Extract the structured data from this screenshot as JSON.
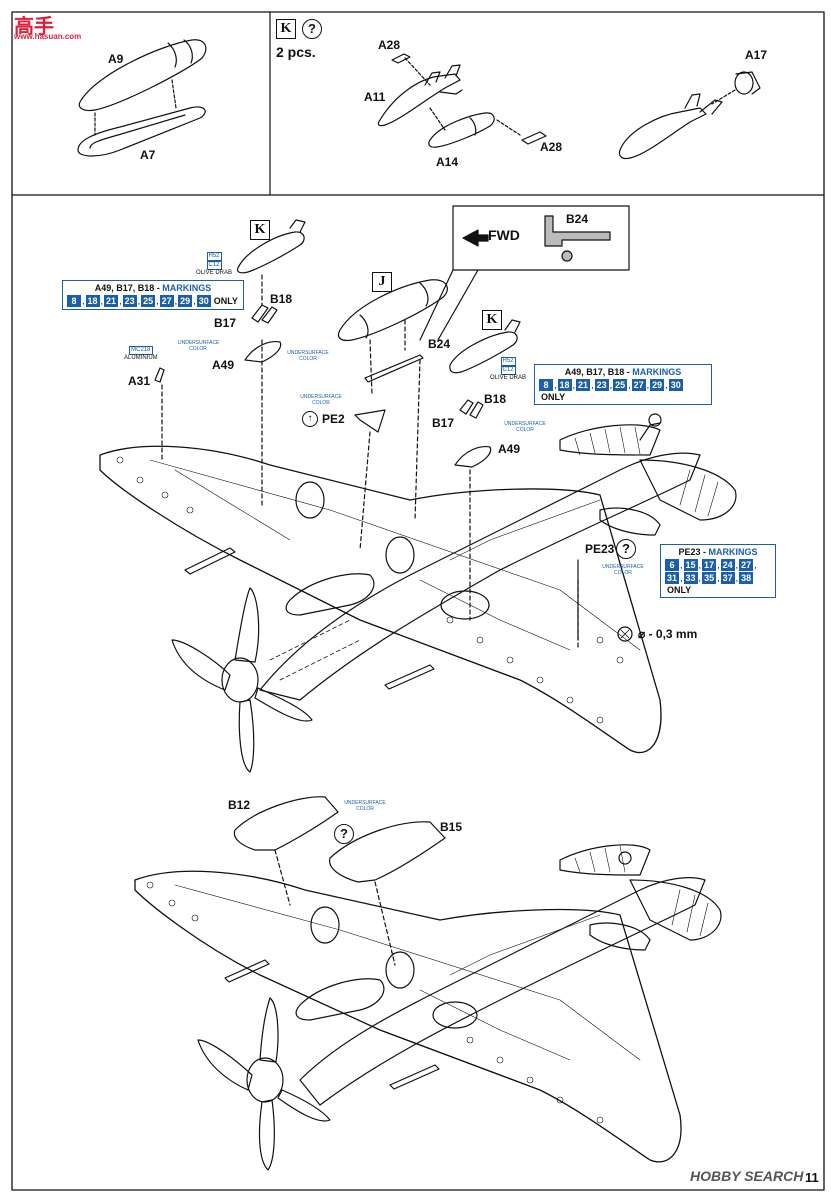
{
  "watermark_top": {
    "logo_text": "高手",
    "site": "www.hasuan.com"
  },
  "watermark_bottom": "HOBBY SEARCH",
  "page_number": "11",
  "top_left_panel": {
    "part_labels": [
      "A9",
      "A7"
    ]
  },
  "top_right_panel": {
    "bomb_letter": "K",
    "question_mark": "?",
    "quantity": "2 pcs.",
    "part_labels": [
      "A28",
      "A11",
      "A14",
      "A28",
      "A17"
    ]
  },
  "inset": {
    "direction_label": "FWD",
    "part_label": "B24"
  },
  "main_labels": {
    "bomb_left_letter": "K",
    "bomb_center_letter": "J",
    "bomb_right_letter": "K",
    "left_pylon": [
      "B18",
      "B17",
      "A49"
    ],
    "right_pylon": [
      "B18",
      "B17",
      "A49"
    ],
    "a31": "A31",
    "b24": "B24",
    "pe2": "PE2",
    "pe23": "PE23",
    "drill": "⌀ - 0,3 mm"
  },
  "paint_left_bomb": {
    "code1": "H52",
    "code2": "C12",
    "name": "OLIVE DRAB"
  },
  "paint_right_bomb": {
    "code1": "H52",
    "code2": "C12",
    "name": "OLIVE DRAB"
  },
  "paint_a31": {
    "code": "MC218",
    "name": "ALUMINIUM"
  },
  "underside_color": "UNDERSURFACE COLOR",
  "markings_left": {
    "title_parts": "A49, B17, B18 -",
    "title_word": "MARKINGS",
    "numbers": [
      "8",
      "18",
      "21",
      "23",
      "25",
      "27",
      "29",
      "30"
    ],
    "only": "ONLY"
  },
  "markings_right": {
    "title_parts": "A49, B17, B18 -",
    "title_word": "MARKINGS",
    "numbers": [
      "8",
      "18",
      "21",
      "23",
      "25",
      "27",
      "29",
      "30"
    ],
    "only": "ONLY"
  },
  "markings_pe23": {
    "title_parts": "PE23 -",
    "title_word": "MARKINGS",
    "numbers": [
      "6",
      "15",
      "17",
      "24",
      "27",
      "31",
      "33",
      "35",
      "37",
      "38"
    ],
    "only": "ONLY"
  },
  "lower_labels": {
    "b12": "B12",
    "b15": "B15",
    "question_mark": "?"
  },
  "colors": {
    "accent_blue": "#1b5eaa",
    "line": "#111111"
  }
}
